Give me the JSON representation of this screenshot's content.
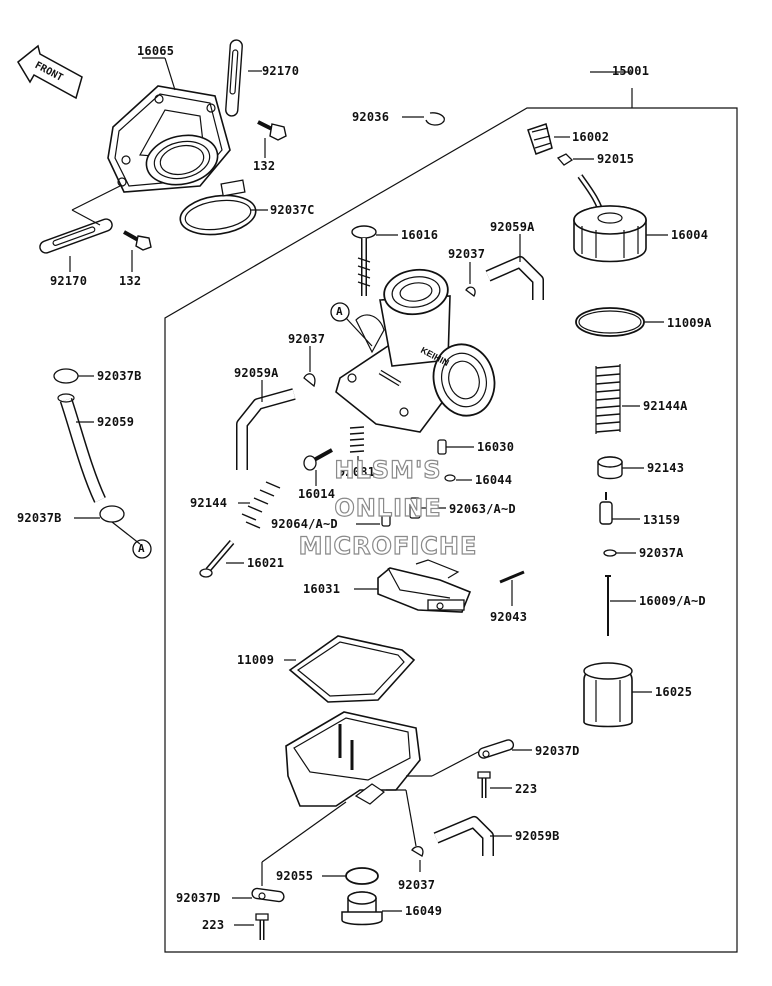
{
  "watermark": {
    "line1": "HLSM'S",
    "line2": "ONLINE",
    "line3": "MICROFICHE"
  },
  "orientation": {
    "label": "FRONT"
  },
  "callouts": {
    "a_top": "A",
    "a_bottom": "A"
  },
  "parts": {
    "p16065": "16065",
    "p92170_top": "92170",
    "p132_top": "132",
    "p92037C": "92037C",
    "p92170_left": "92170",
    "p132_left": "132",
    "p15001": "15001",
    "p92036": "92036",
    "p16002": "16002",
    "p92015": "92015",
    "p16004": "16004",
    "p16016": "16016",
    "p92059A_top": "92059A",
    "p92037_top": "92037",
    "p11009A": "11009A",
    "p92037_mid": "92037",
    "p92059A_left": "92059A",
    "p92144A": "92144A",
    "p92037B_top": "92037B",
    "p92059": "92059",
    "p16030": "16030",
    "p92081": "92081",
    "p16044": "16044",
    "p92143": "92143",
    "p16014": "16014",
    "p92144": "92144",
    "p92063": "92063/A~D",
    "p13159": "13159",
    "p92037B_bottom": "92037B",
    "p92064": "92064/A~D",
    "p92037A": "92037A",
    "p16021": "16021",
    "p16031": "16031",
    "p16009": "16009/A~D",
    "p92043": "92043",
    "p11009": "11009",
    "p16025": "16025",
    "p92037D_right": "92037D",
    "p223_right": "223",
    "p92059B": "92059B",
    "p92055": "92055",
    "p92037_bottom": "92037",
    "p92037D_left": "92037D",
    "p16049": "16049",
    "p223_left": "223"
  }
}
